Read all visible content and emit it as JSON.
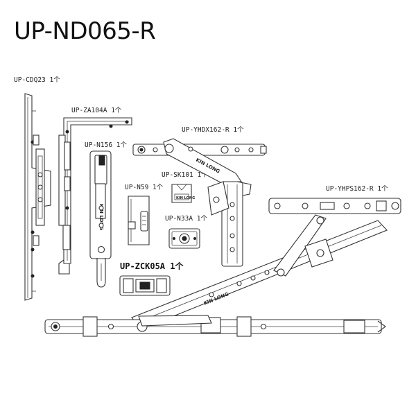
{
  "title": "UP-ND065-R",
  "parts": {
    "cdq23": "UP-CDQ23 1个",
    "za104a": "UP-ZA104A 1个",
    "n156": "UP-N156 1个",
    "yhdx162r": "UP-YHDX162-R 1个",
    "sk101": "UP-SK101 1个",
    "n59": "UP-N59 1个",
    "n33a": "UP-N33A 1个",
    "yhps162r": "UP-YHPS162-R 1个",
    "zck05a": "UP-ZCK05A 1个"
  },
  "brand": "KIN LONG"
}
